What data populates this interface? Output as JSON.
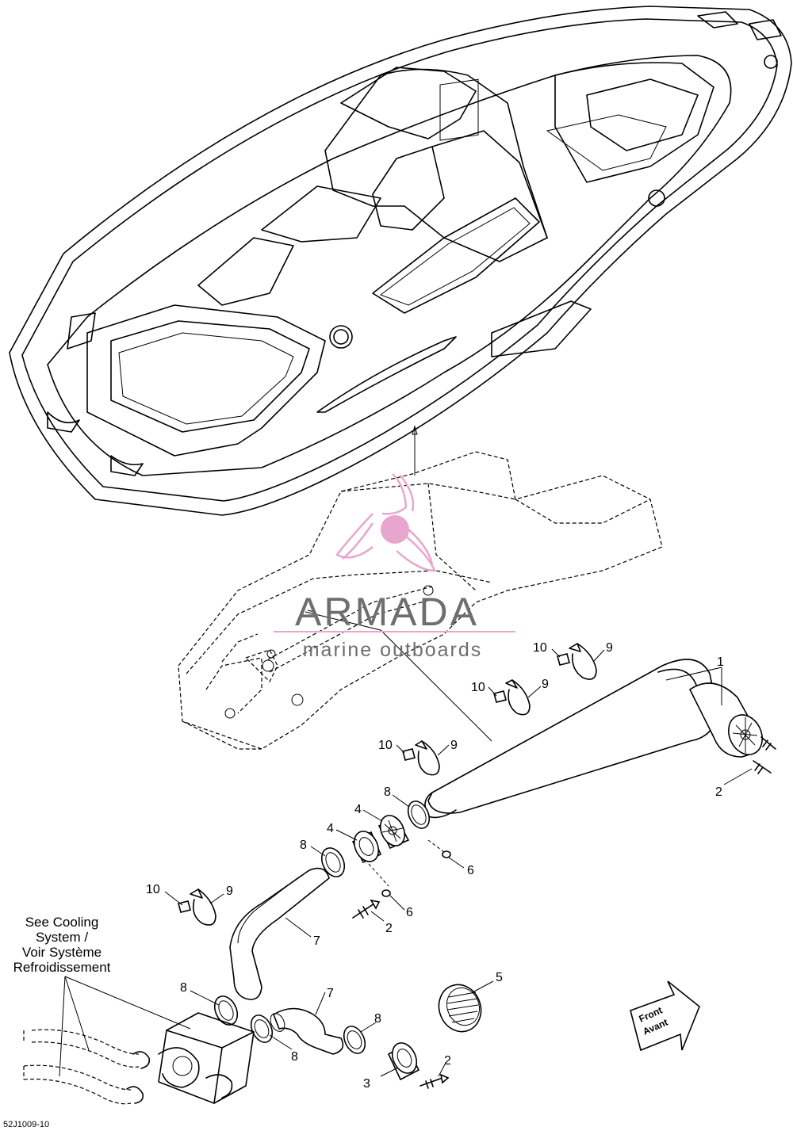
{
  "callouts": [
    "1",
    "2",
    "2",
    "2",
    "3",
    "4",
    "4",
    "5",
    "6",
    "6",
    "7",
    "7",
    "8",
    "8",
    "8",
    "8",
    "8",
    "9",
    "9",
    "9",
    "9",
    "10",
    "10",
    "10",
    "10"
  ],
  "note": {
    "line1": "See Cooling",
    "line2": "System /",
    "line3": "Voir Système",
    "line4": "Refroidissement"
  },
  "direction": {
    "line1": "Front",
    "line2": "Avant"
  },
  "reference_code": "52J1009-10",
  "watermark": {
    "brand": "ARMADA",
    "subtitle": "marine outboards",
    "accent_color": "#e8a6cf",
    "text_color": "#6e6e6e"
  }
}
